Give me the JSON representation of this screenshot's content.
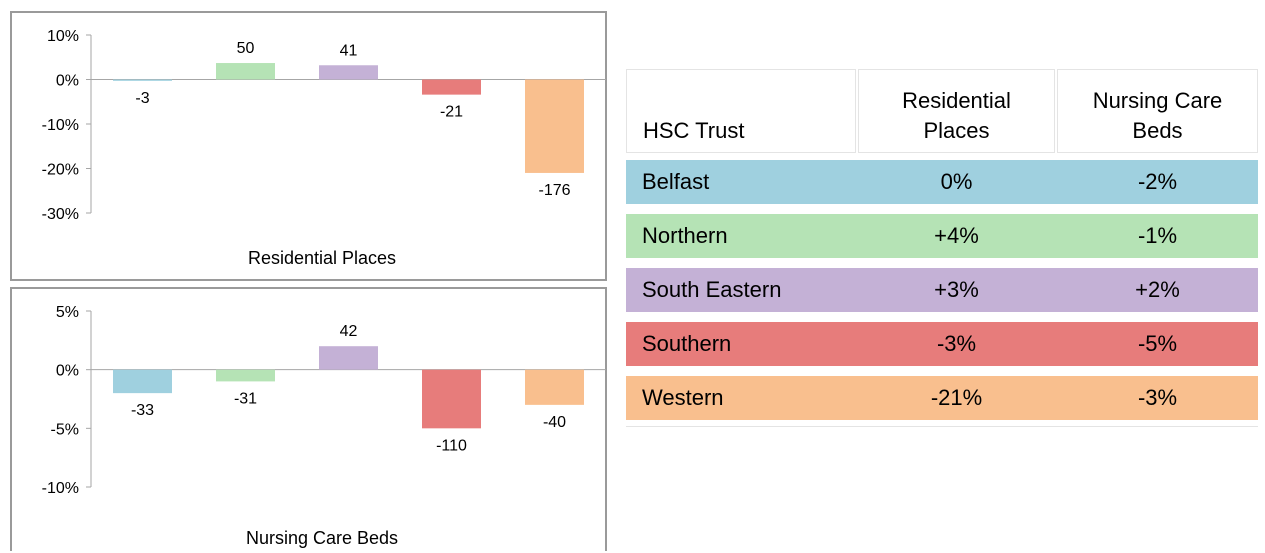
{
  "colors": {
    "Belfast": "#9fd0df",
    "Northern": "#b5e3b5",
    "South Eastern": "#c4b1d6",
    "Southern": "#e77c7b",
    "Western": "#f9bf8e"
  },
  "chart_data": [
    {
      "type": "bar",
      "title": "Residential Places",
      "categories": [
        "Belfast",
        "Northern",
        "South Eastern",
        "Southern",
        "Western"
      ],
      "values": [
        -0.3,
        3.7,
        3.2,
        -3.4,
        -21
      ],
      "data_labels": [
        "-3",
        "50",
        "41",
        "-21",
        "-176"
      ],
      "ylim": [
        -30,
        10
      ],
      "yticks": [
        10,
        0,
        -10,
        -20,
        -30
      ],
      "ytick_labels": [
        "10%",
        "0%",
        "-10%",
        "-20%",
        "-30%"
      ],
      "grid": false
    },
    {
      "type": "bar",
      "title": "Nursing Care Beds",
      "categories": [
        "Belfast",
        "Northern",
        "South Eastern",
        "Southern",
        "Western"
      ],
      "values": [
        -2,
        -1,
        2,
        -5,
        -3
      ],
      "data_labels": [
        "-33",
        "-31",
        "42",
        "-110",
        "-40"
      ],
      "ylim": [
        -10,
        5
      ],
      "yticks": [
        5,
        0,
        -5,
        -10
      ],
      "ytick_labels": [
        "5%",
        "0%",
        "-5%",
        "-10%"
      ],
      "grid": false
    }
  ],
  "table": {
    "headers": [
      "HSC Trust",
      "Residential\nPlaces",
      "Nursing Care\nBeds"
    ],
    "rows": [
      {
        "trust": "Belfast",
        "residential": "0%",
        "nursing": "-2%"
      },
      {
        "trust": "Northern",
        "residential": "+4%",
        "nursing": "-1%"
      },
      {
        "trust": "South Eastern",
        "residential": "+3%",
        "nursing": "+2%"
      },
      {
        "trust": "Southern",
        "residential": "-3%",
        "nursing": "-5%"
      },
      {
        "trust": "Western",
        "residential": "-21%",
        "nursing": "-3%"
      }
    ]
  }
}
